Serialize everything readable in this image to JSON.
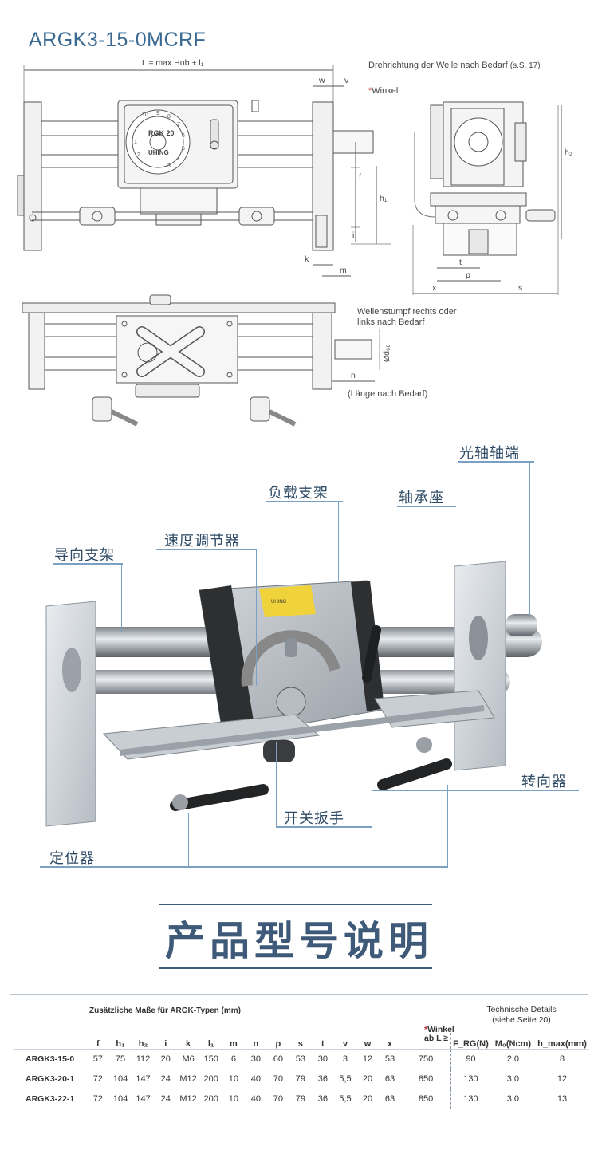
{
  "title": "ARGK3-15-0MCRF",
  "drawing": {
    "dim_L": "L = max Hub + l₁",
    "dim_w": "w",
    "dim_v": "v",
    "dim_f": "f",
    "dim_h1": "h₁",
    "dim_h2": "h₂",
    "dim_i": "i",
    "dim_k": "k",
    "dim_m": "m",
    "dim_t": "t",
    "dim_p": "p",
    "dim_x": "x",
    "dim_s": "s",
    "dim_d": "Ød₆₈",
    "dim_n": "n",
    "rotation_note": "Drehrichtung der Welle nach Bedarf",
    "rotation_ref": "(s.S. 17)",
    "winkel_star": "*",
    "winkel_note": "Winkel",
    "shaft_note_1": "Wellenstumpf rechts oder",
    "shaft_note_2": "links nach Bedarf",
    "length_note": "(Länge nach Bedarf)",
    "dial_brand": "UHING",
    "dial_model": "RGK 20",
    "dial_numbers": [
      "10",
      "9",
      "8",
      "7",
      "6",
      "5",
      "4",
      "3",
      "2",
      "1"
    ]
  },
  "photo_labels": {
    "shaft_end": "光轴轴端",
    "load_bracket": "负载支架",
    "bearing_seat": "轴承座",
    "speed_regulator": "速度调节器",
    "guide_bracket": "导向支架",
    "reverser": "转向器",
    "switch_lever": "开关扳手",
    "positioner": "定位器",
    "label_text": "UHING"
  },
  "section_heading": "产品型号说明",
  "table": {
    "caption_left": "Zusätzliche Maße für ARGK-Typen (mm)",
    "caption_right_1": "Technische Details",
    "caption_right_2": "(siehe Seite 20)",
    "winkel_star": "*",
    "winkel_1": "Winkel",
    "winkel_2": "ab L ≥",
    "columns": [
      "f",
      "h₁",
      "h₂",
      "i",
      "k",
      "l₁",
      "m",
      "n",
      "p",
      "s",
      "t",
      "v",
      "w",
      "x"
    ],
    "tech_columns": [
      "F_RG(N)",
      "M₀(Ncm)",
      "h_max(mm)"
    ],
    "rows": [
      {
        "model": "ARGK3-15-0",
        "values": [
          "57",
          "75",
          "112",
          "20",
          "M6",
          "150",
          "6",
          "30",
          "60",
          "53",
          "30",
          "3",
          "12",
          "53"
        ],
        "winkel": "750",
        "tech": [
          "90",
          "2,0",
          "8"
        ]
      },
      {
        "model": "ARGK3-20-1",
        "values": [
          "72",
          "104",
          "147",
          "24",
          "M12",
          "200",
          "10",
          "40",
          "70",
          "79",
          "36",
          "5,5",
          "20",
          "63"
        ],
        "winkel": "850",
        "tech": [
          "130",
          "3,0",
          "12"
        ]
      },
      {
        "model": "ARGK3-22-1",
        "values": [
          "72",
          "104",
          "147",
          "24",
          "M12",
          "200",
          "10",
          "40",
          "70",
          "79",
          "36",
          "5,5",
          "20",
          "63"
        ],
        "winkel": "850",
        "tech": [
          "130",
          "3,0",
          "13"
        ]
      }
    ]
  },
  "colors": {
    "accent": "#3a6a93",
    "label_blue": "#2f4b66",
    "heading_blue": "#3e5a78",
    "red": "#c0282e"
  }
}
